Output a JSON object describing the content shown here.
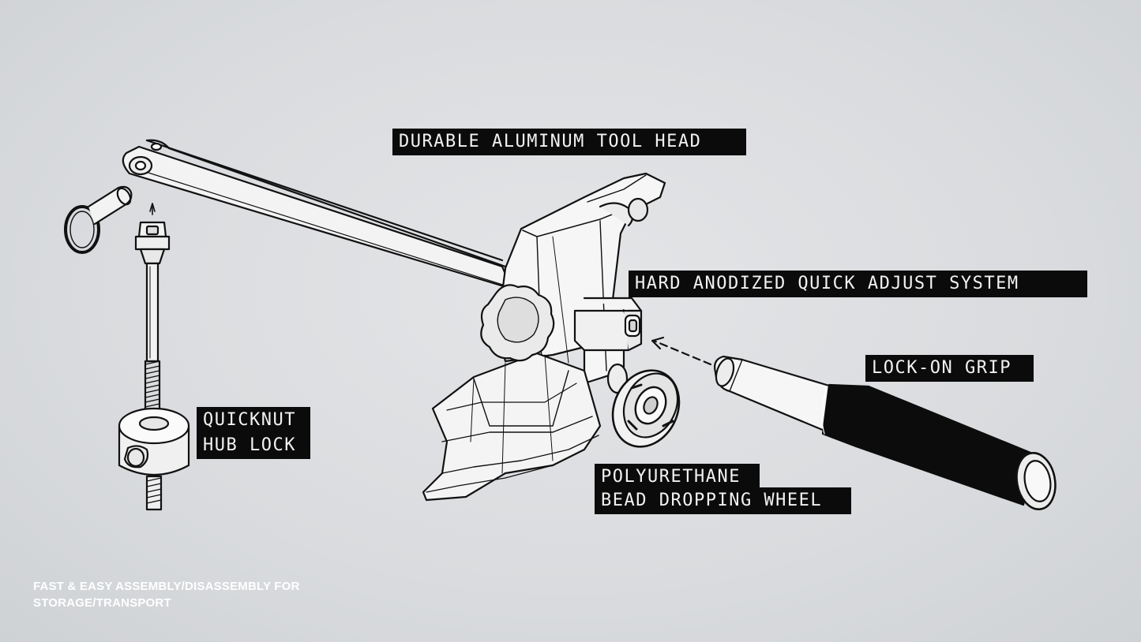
{
  "callouts": {
    "tool_head": "DURABLE ALUMINUM TOOL HEAD",
    "quick_adjust": "HARD ANODIZED QUICK ADJUST SYSTEM",
    "lock_on_grip": "LOCK-ON GRIP",
    "hub_lock_line1": "QUICKNUT",
    "hub_lock_line2": "HUB LOCK",
    "wheel_line1": "POLYURETHANE",
    "wheel_line2": "BEAD DROPPING WHEEL"
  },
  "footnote": {
    "line1": "FAST & EASY ASSEMBLY/DISASSEMBLY FOR",
    "line2": "STORAGE/TRANSPORT"
  },
  "colors": {
    "background": "#dcdee1",
    "label_background": "#0b0b0b",
    "label_text": "#f2f2f2",
    "line_art": "#111111"
  }
}
